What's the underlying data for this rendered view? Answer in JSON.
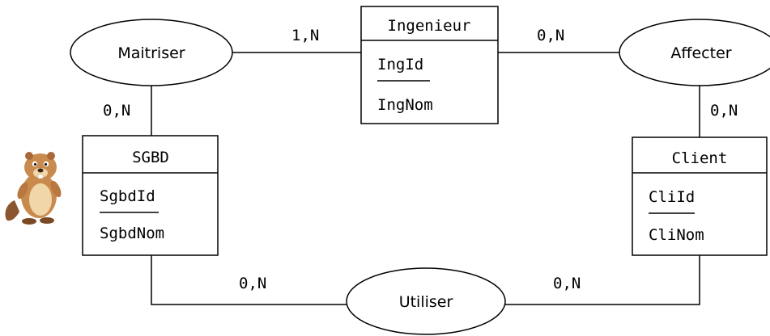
{
  "entities": {
    "ingenieur": {
      "name": "Ingenieur",
      "key": "IngId",
      "attr": "IngNom"
    },
    "sgbd": {
      "name": "SGBD",
      "key": "SgbdId",
      "attr": "SgbdNom"
    },
    "client": {
      "name": "Client",
      "key": "CliId",
      "attr": "CliNom"
    }
  },
  "associations": {
    "maitriser": "Maitriser",
    "affecter": "Affecter",
    "utiliser": "Utiliser"
  },
  "cardinalities": {
    "maitriser_ingenieur": "1,N",
    "maitriser_sgbd": "0,N",
    "affecter_ingenieur": "0,N",
    "affecter_client": "0,N",
    "utiliser_sgbd": "0,N",
    "utiliser_client": "0,N"
  },
  "mascot": {
    "icon": "beaver-icon"
  }
}
